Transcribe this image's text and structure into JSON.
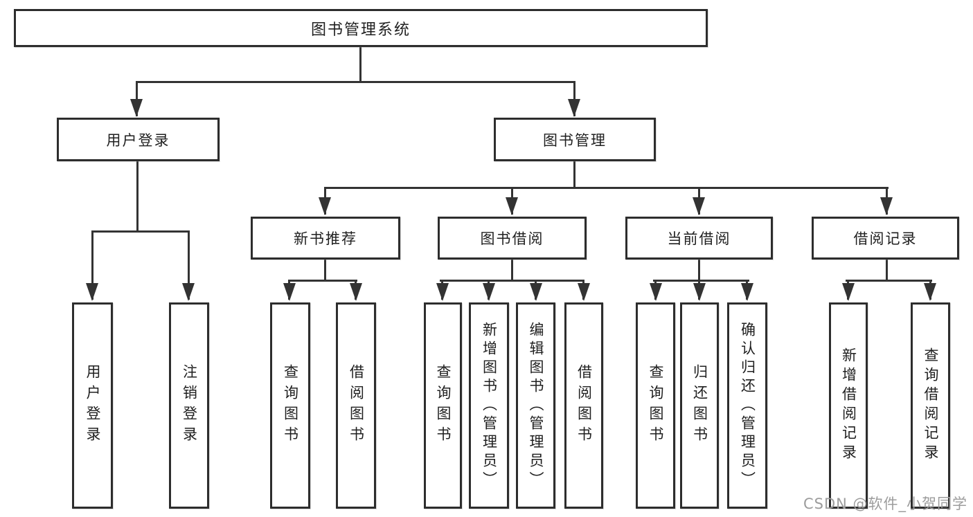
{
  "tree": {
    "root": {
      "label": "图书管理系统"
    },
    "branches": [
      {
        "label": "用户登录",
        "children": [
          {
            "label": "用户登录"
          },
          {
            "label": "注销登录"
          }
        ]
      },
      {
        "label": "图书管理",
        "children": [
          {
            "label": "新书推荐",
            "children": [
              {
                "label": "查询图书"
              },
              {
                "label": "借阅图书"
              }
            ]
          },
          {
            "label": "图书借阅",
            "children": [
              {
                "label": "查询图书"
              },
              {
                "label": "新增图书（管理员）"
              },
              {
                "label": "编辑图书（管理员）"
              },
              {
                "label": "借阅图书"
              }
            ]
          },
          {
            "label": "当前借阅",
            "children": [
              {
                "label": "查询图书"
              },
              {
                "label": "归还图书"
              },
              {
                "label": "确认归还（管理员）"
              }
            ]
          },
          {
            "label": "借阅记录",
            "children": [
              {
                "label": "新增借阅记录"
              },
              {
                "label": "查询借阅记录"
              }
            ]
          }
        ]
      }
    ]
  },
  "watermark": {
    "text": "CSDN @软件_小贺同学"
  },
  "colors": {
    "line": "#333333",
    "box_border": "#2d2d2d",
    "text": "#1f1f1f",
    "watermark": "#9c9c9c",
    "background": "#ffffff"
  }
}
